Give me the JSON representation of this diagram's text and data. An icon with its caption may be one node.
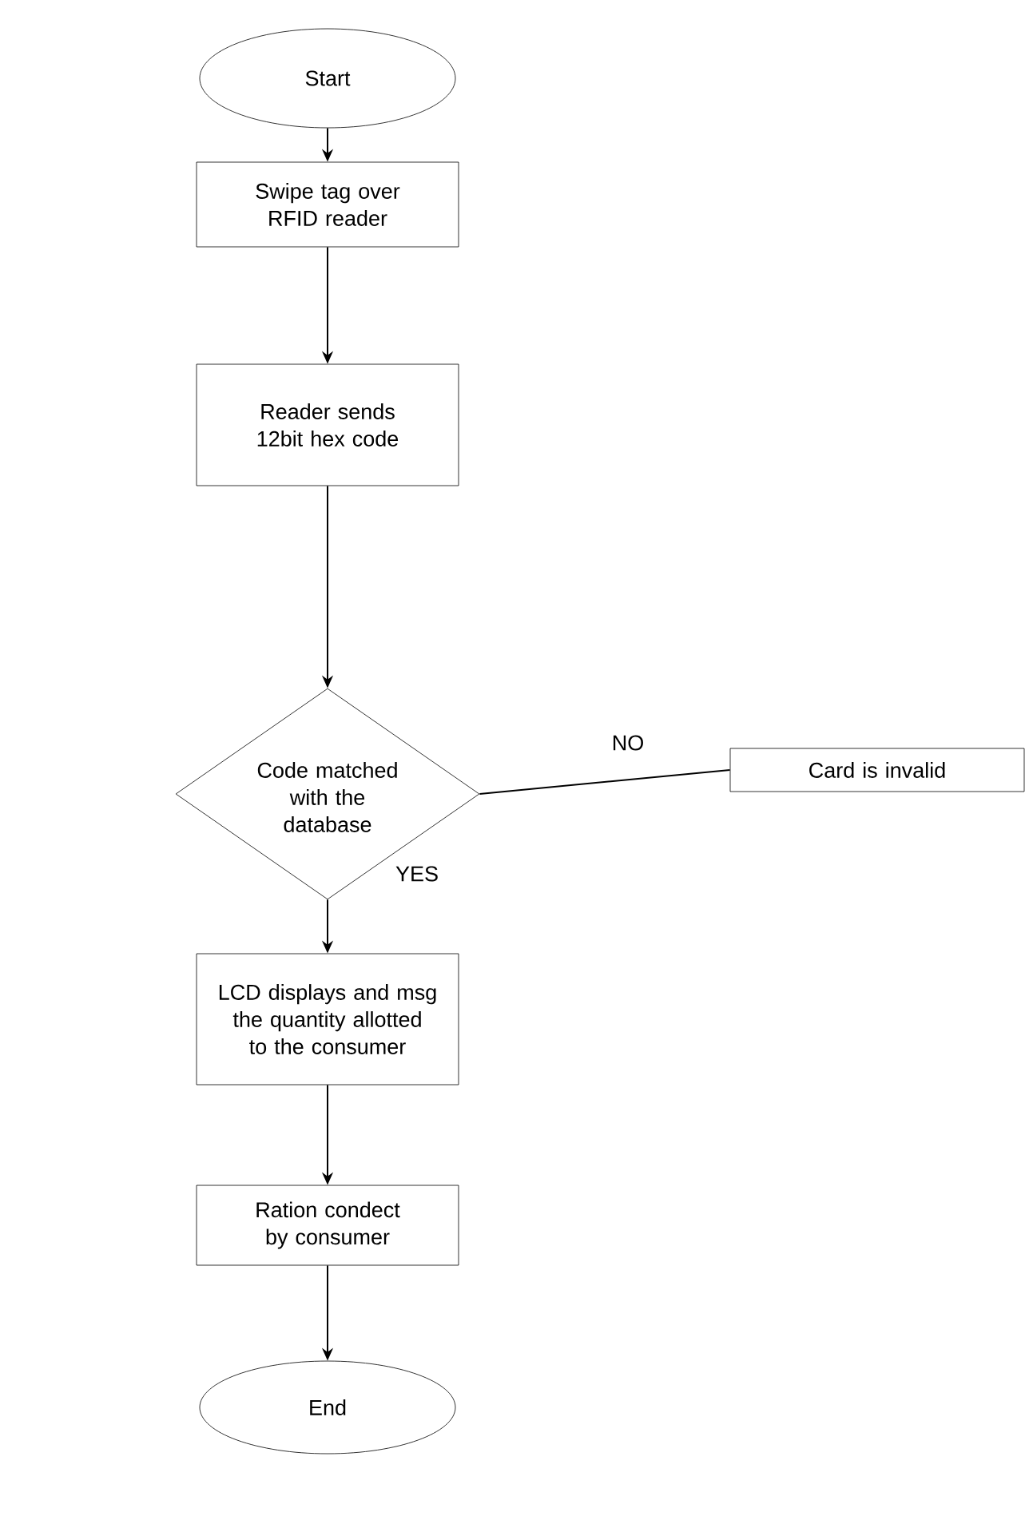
{
  "diagram": {
    "nodes": [
      {
        "text": [
          "Start"
        ]
      },
      {
        "text": [
          "Swipe tag over RFID reader"
        ]
      },
      {
        "text": [
          "Reader sends 12bit hex code"
        ]
      },
      {
        "text": [
          "Code matched with the database"
        ]
      },
      {
        "text": [
          "Card is invalid"
        ]
      },
      {
        "text": [
          "LCD displays and msg the quantity allotted to the consumer"
        ]
      },
      {
        "text": [
          "Ration condect by consumer"
        ]
      },
      {
        "text": [
          "End"
        ]
      }
    ],
    "edges": [
      {
        "from": 0,
        "to": 1,
        "arrow": "to"
      },
      {
        "from": 1,
        "to": 2,
        "arrow": "to"
      },
      {
        "from": 2,
        "to": 3,
        "arrow": "to"
      },
      {
        "from": 3,
        "to": 4,
        "arrow": "none",
        "label": "NO"
      },
      {
        "from": 3,
        "to": 5,
        "arrow": "to",
        "label": "YES"
      },
      {
        "from": 5,
        "to": 6,
        "arrow": "to"
      },
      {
        "from": 6,
        "to": 7,
        "arrow": "to"
      }
    ]
  }
}
